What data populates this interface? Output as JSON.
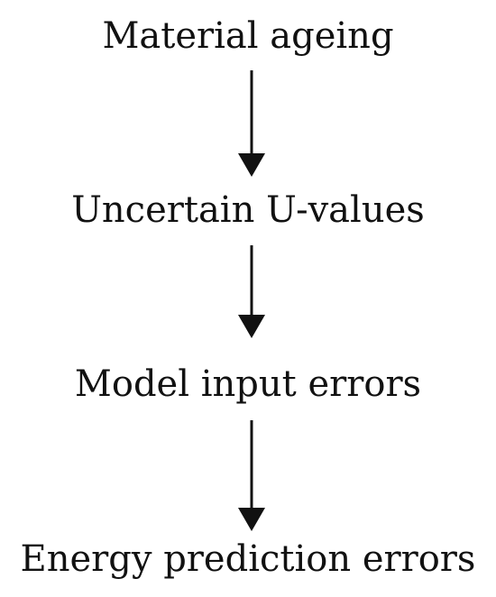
{
  "diagram": {
    "steps": [
      {
        "label": "Material ageing"
      },
      {
        "label": "Uncertain U-values"
      },
      {
        "label": "Model input errors"
      },
      {
        "label": "Energy prediction errors"
      }
    ],
    "colors": {
      "text": "#111111",
      "arrow": "#111111",
      "background": "#ffffff"
    }
  }
}
